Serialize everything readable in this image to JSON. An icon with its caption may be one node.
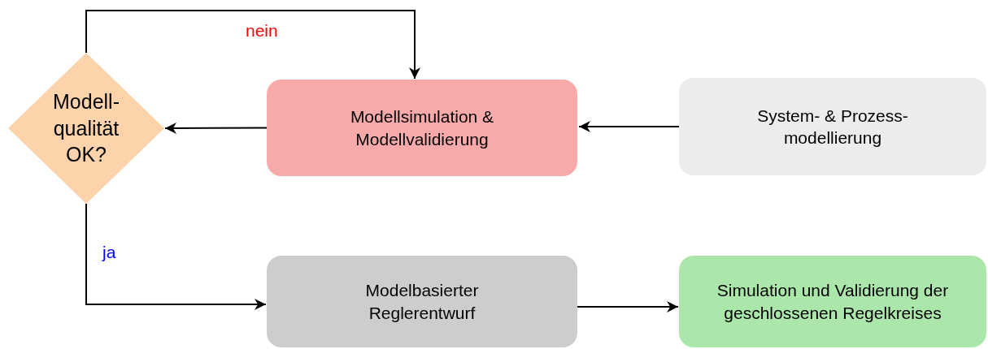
{
  "diagram": {
    "nodes": [
      {
        "text": [
          "Modell-qualität OK?"
        ]
      },
      {
        "text": [
          "Modellsimulation & Modellvalidierung"
        ]
      },
      {
        "text": [
          "System- & Prozess-modellierung"
        ]
      },
      {
        "text": [
          "Modelbasierter Reglerentwurf"
        ]
      },
      {
        "text": [
          "Simulation und Validierung der geschlossenen Regelkreises"
        ]
      }
    ],
    "edges": [
      {
        "from": 2,
        "to": 1,
        "arrow": "to"
      },
      {
        "from": 1,
        "to": 0,
        "arrow": "to"
      },
      {
        "from": 0,
        "to": 1,
        "arrow": "to",
        "label": "nein"
      },
      {
        "from": 0,
        "to": 3,
        "arrow": "to",
        "label": "ja"
      },
      {
        "from": 3,
        "to": 4,
        "arrow": "to"
      }
    ]
  }
}
